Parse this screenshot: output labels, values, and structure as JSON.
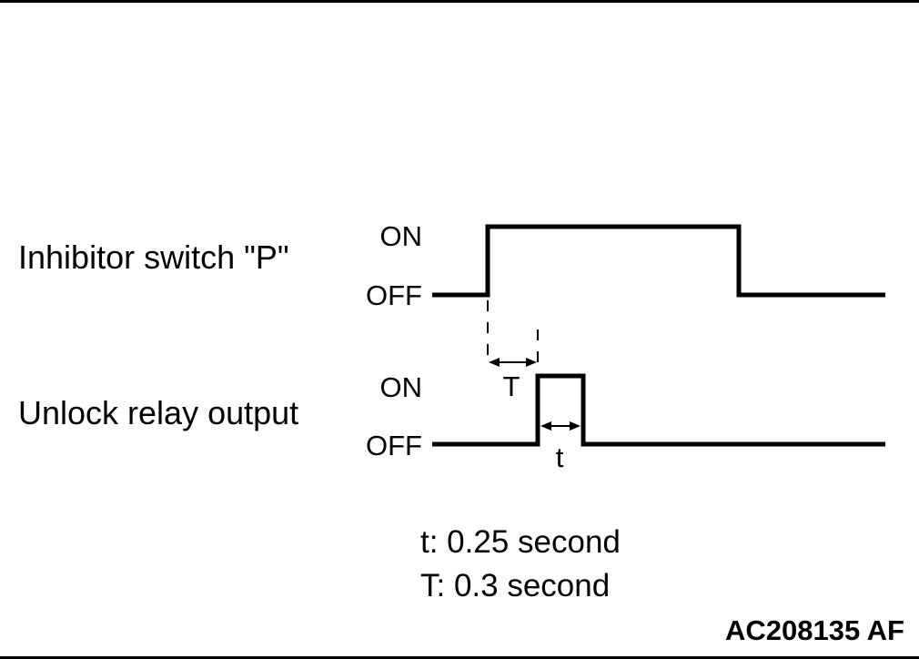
{
  "signals": [
    {
      "label": "Inhibitor switch \"P\"",
      "on_label": "ON",
      "off_label": "OFF"
    },
    {
      "label": "Unlock relay output",
      "on_label": "ON",
      "off_label": "OFF"
    }
  ],
  "timing_marks": {
    "T": "T",
    "t": "t"
  },
  "notes": [
    "t: 0.25 second",
    "T: 0.3 second"
  ],
  "figure_id": "AC208135 AF"
}
